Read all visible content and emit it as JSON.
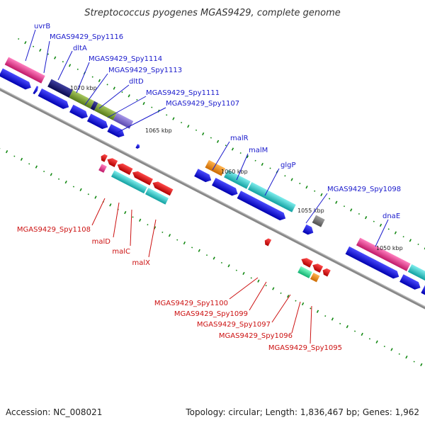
{
  "title": "Streptococcus pyogenes MGAS9429, complete genome",
  "accession_text": "Accession: NC_008021",
  "topology_text": "Topology: circular; Length: 1,836,467 bp; Genes: 1,962",
  "kbp_labels": [
    "1070 kbp",
    "1065 kbp",
    "1060 kbp",
    "1055 kbp",
    "1050 kbp"
  ],
  "forward_labels": [
    "uvrB",
    "MGAS9429_Spy1116",
    "dltA",
    "MGAS9429_Spy1114",
    "MGAS9429_Spy1113",
    "dltD",
    "MGAS9429_Spy1111",
    "MGAS9429_Spy1107",
    "malR",
    "malM",
    "glgP",
    "MGAS9429_Spy1098",
    "dnaE"
  ],
  "reverse_labels": [
    "MGAS9429_Spy1108",
    "malD",
    "malC",
    "malX",
    "MGAS9429_Spy1100",
    "MGAS9429_Spy1099",
    "MGAS9429_Spy1097",
    "MGAS9429_Spy1096",
    "MGAS9429_Spy1095"
  ],
  "colors": {
    "backbone": "#808080",
    "forward_cds": "#1010e0",
    "reverse_cds": "#e01010",
    "tick": "#118811",
    "forward_label": "#1a1acc",
    "reverse_label": "#cc1111",
    "magenta": "#e8308a",
    "navy": "#1a1a80",
    "olive": "#7a9a30",
    "purple": "#7a66cc",
    "orange": "#ee8811",
    "cyan": "#22c8c8",
    "gray": "#777777",
    "green": "#33dd99"
  }
}
